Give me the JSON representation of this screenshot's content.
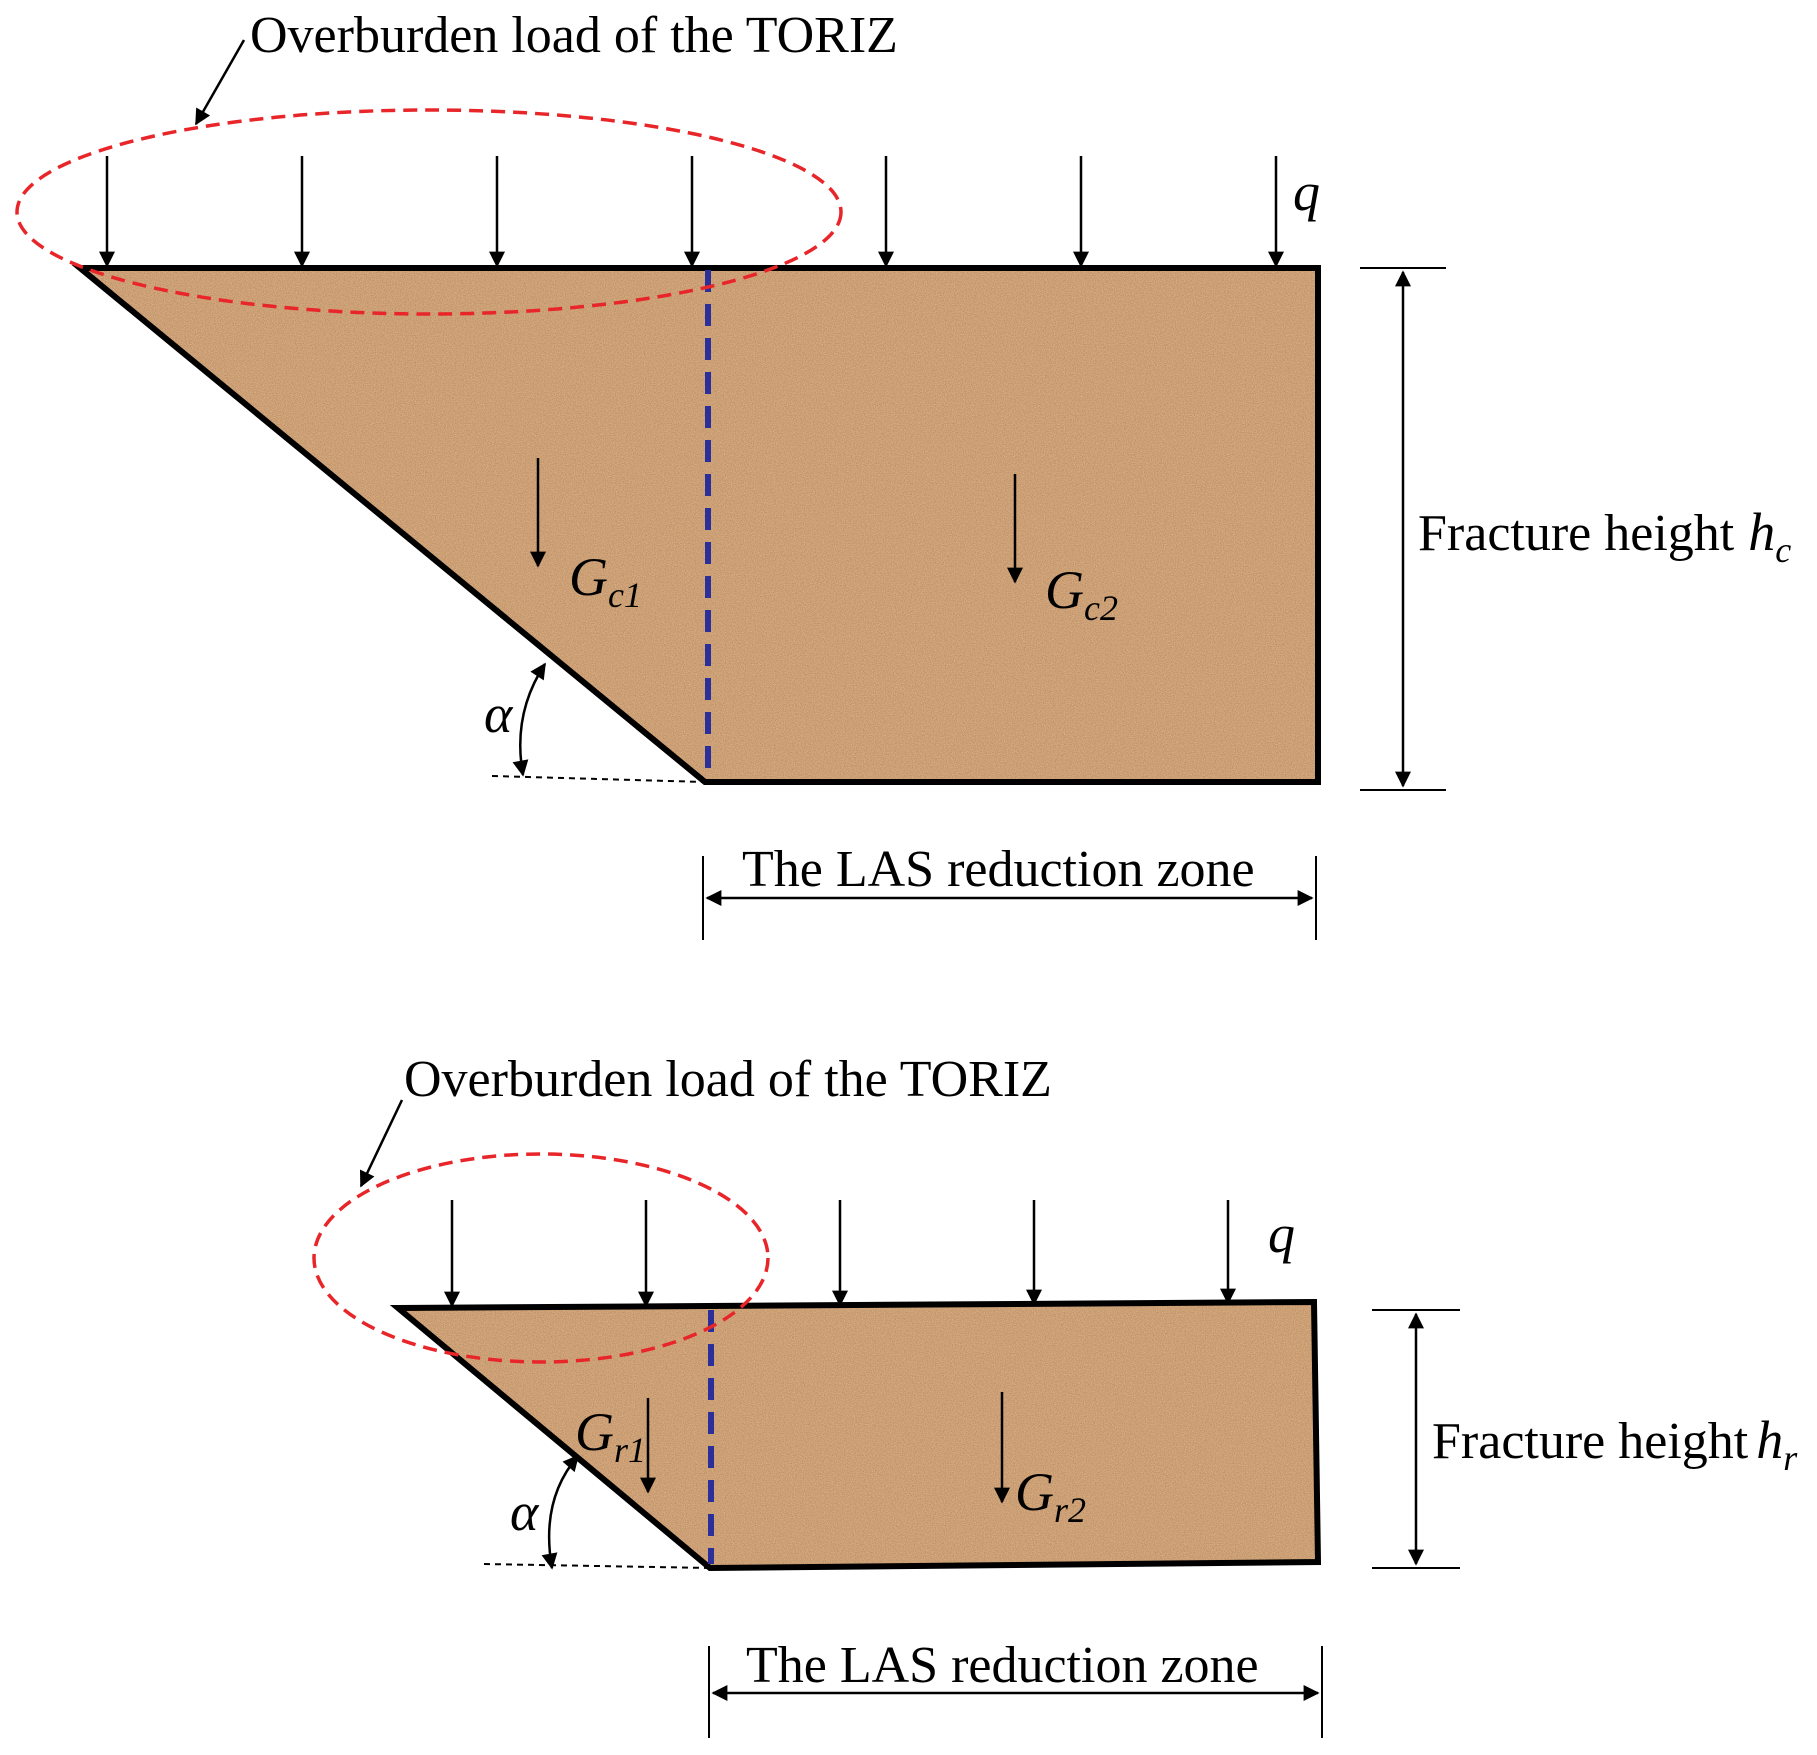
{
  "panels": [
    {
      "id": "caving",
      "overburden_label": "Overburden load of the TORIZ",
      "load_symbol": "q",
      "height_label": "Fracture height",
      "height_symbol": "h",
      "height_subscript": "c",
      "angle_symbol": "α",
      "weight_left": {
        "symbol": "G",
        "subscript": "c1"
      },
      "weight_right": {
        "symbol": "G",
        "subscript": "c2"
      },
      "zone_label": "The LAS reduction zone"
    },
    {
      "id": "roof",
      "overburden_label": "Overburden load of the TORIZ",
      "load_symbol": "q",
      "height_label": "Fracture height",
      "height_symbol": "h",
      "height_subscript": "r",
      "angle_symbol": "α",
      "weight_left": {
        "symbol": "G",
        "subscript": "r1"
      },
      "weight_right": {
        "symbol": "G",
        "subscript": "r2"
      },
      "zone_label": "The LAS reduction zone"
    }
  ],
  "colors": {
    "rock_base": "#d9a679",
    "rock_dark": "#a8703f",
    "rock_light": "#f5d6a8",
    "outline": "#000000",
    "ellipse": "#e8262a",
    "divider": "#2b2f9a"
  }
}
